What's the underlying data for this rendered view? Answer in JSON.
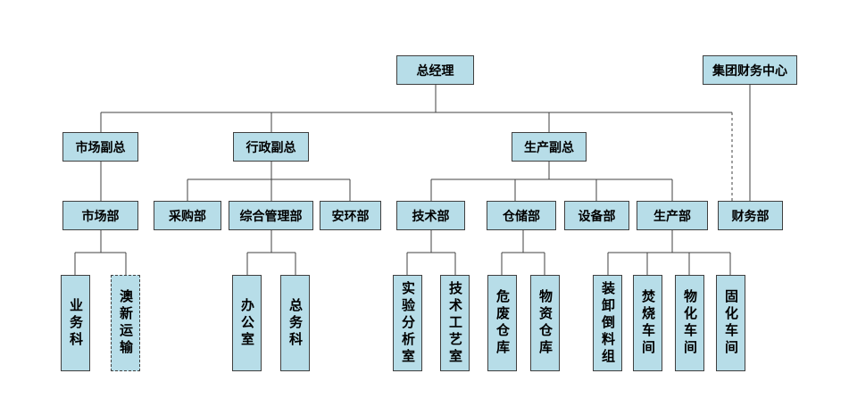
{
  "nodes": {
    "ceo": "总经理",
    "group_finance": "集团财务中心",
    "market_vp": "市场副总",
    "admin_vp": "行政副总",
    "prod_vp": "生产副总",
    "market_dept": "市场部",
    "purchase_dept": "采购部",
    "general_mgmt_dept": "综合管理部",
    "safety_env_dept": "安环部",
    "tech_dept": "技术部",
    "storage_dept": "仓储部",
    "equipment_dept": "设备部",
    "production_dept": "生产部",
    "finance_dept": "财务部",
    "business_section": "业务科",
    "aoxin_transport": "澳新运输",
    "office": "办公室",
    "general_affairs_section": "总务科",
    "lab_room": "实验分析室",
    "tech_process_room": "技术工艺室",
    "hazwaste_warehouse": "危废仓库",
    "materials_warehouse": "物资仓库",
    "loading_team": "装卸倒料组",
    "incineration_workshop": "焚烧车间",
    "physchem_workshop": "物化车间",
    "solidification_workshop": "固化车间"
  },
  "colors": {
    "box_fill": "#b7dde8",
    "line": "#404040"
  }
}
